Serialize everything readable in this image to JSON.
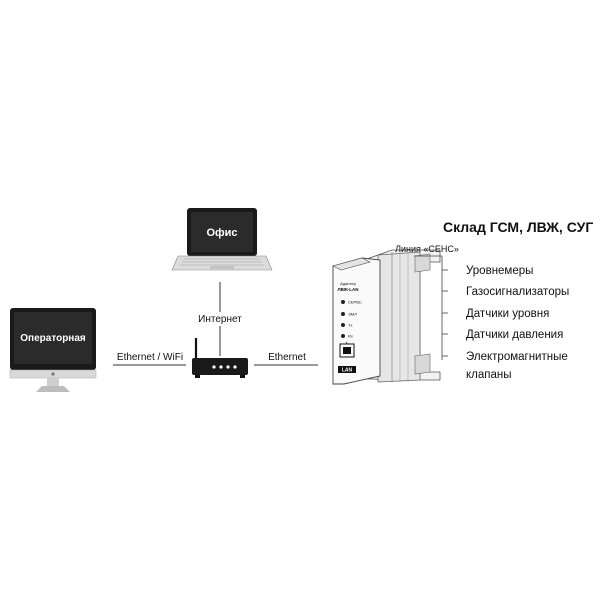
{
  "devices": {
    "operator_monitor": {
      "label": "Операторная"
    },
    "office_laptop": {
      "label": "Офис"
    },
    "controller": {
      "top_label": "Адаптер",
      "model": "ЛВЖ-LAN",
      "led_labels": [
        "СЕРВС",
        "ЭМЛ",
        "Tx",
        "Rx"
      ],
      "bottom_label": "LAN"
    }
  },
  "connections": {
    "operator_router": "Ethernet / WiFi",
    "router_controller": "Ethernet",
    "router_office": "Интернет",
    "sensor_line": "Линия «СЕНС»"
  },
  "site": {
    "title": "Склад ГСМ, ЛВЖ, СУГ",
    "items": [
      "Уровнемеры",
      "Газосигнализаторы",
      "Датчики уровня",
      "Датчики давления",
      "Электромагнитные",
      "клапаны"
    ]
  }
}
